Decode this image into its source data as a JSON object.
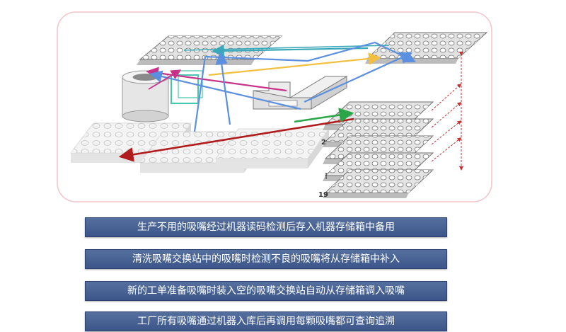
{
  "stack_labels": [
    "2",
    "⋮",
    "19"
  ],
  "captions": [
    "生产不用的吸嘴经过机器读码检测后存入机器存储箱中备用",
    "清洗吸嘴交换站中的吸嘴时检测不良的吸嘴将从存储箱中补入",
    "新的工单准备吸嘴时装入空的吸嘴交换站自动从存储箱调入吸嘴",
    "工厂所有吸嘴通过机器入库后再调用每颗吸嘴都可查询追溯"
  ],
  "colors": {
    "panel_border": "#f3c4c9",
    "caption_bg": "#46609a",
    "arrow_red": "#b01c1c",
    "arrow_blue": "#5b8fe0",
    "arrow_green": "#2aa648",
    "arrow_yellow": "#f0c040",
    "arrow_teal": "#3aa8b8",
    "arrow_magenta": "#c8338a"
  }
}
